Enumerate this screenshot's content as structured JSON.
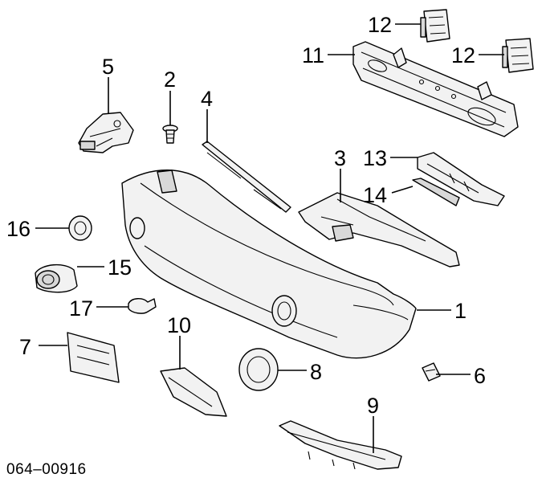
{
  "callouts": [
    {
      "label": "1"
    },
    {
      "label": "2"
    },
    {
      "label": "3"
    },
    {
      "label": "4"
    },
    {
      "label": "5"
    },
    {
      "label": "6"
    },
    {
      "label": "7"
    },
    {
      "label": "8"
    },
    {
      "label": "9"
    },
    {
      "label": "10"
    },
    {
      "label": "11"
    },
    {
      "label": "12"
    },
    {
      "label": "12"
    },
    {
      "label": "13"
    },
    {
      "label": "14"
    },
    {
      "label": "15"
    },
    {
      "label": "16"
    },
    {
      "label": "17"
    }
  ],
  "diagram_code": "064–00916"
}
